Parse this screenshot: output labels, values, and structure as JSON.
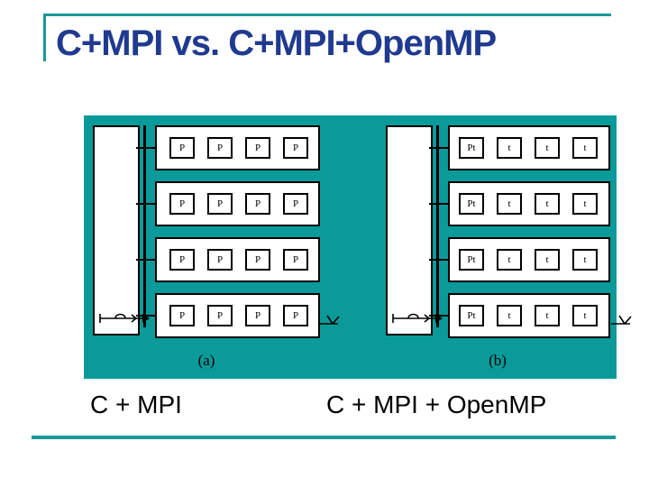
{
  "title": "C+MPI vs. C+MPI+OpenMP",
  "colors": {
    "accent_teal": "#0a9a9a",
    "line_teal": "#1a9898",
    "title_blue": "#1f3a8f",
    "diagram_black": "#000000"
  },
  "captions": {
    "left": "C + MPI",
    "right": "C + MPI + OpenMP"
  },
  "diagrams": [
    {
      "name": "c-mpi",
      "caption": "(a)",
      "rows": [
        [
          "P",
          "P",
          "P",
          "P"
        ],
        [
          "P",
          "P",
          "P",
          "P"
        ],
        [
          "P",
          "P",
          "P",
          "P"
        ],
        [
          "P",
          "P",
          "P",
          "P"
        ]
      ]
    },
    {
      "name": "c-mpi-openmp",
      "caption": "(b)",
      "rows": [
        [
          "Pt",
          "t",
          "t",
          "t"
        ],
        [
          "Pt",
          "t",
          "t",
          "t"
        ],
        [
          "Pt",
          "t",
          "t",
          "t"
        ],
        [
          "Pt",
          "t",
          "t",
          "t"
        ]
      ]
    }
  ]
}
